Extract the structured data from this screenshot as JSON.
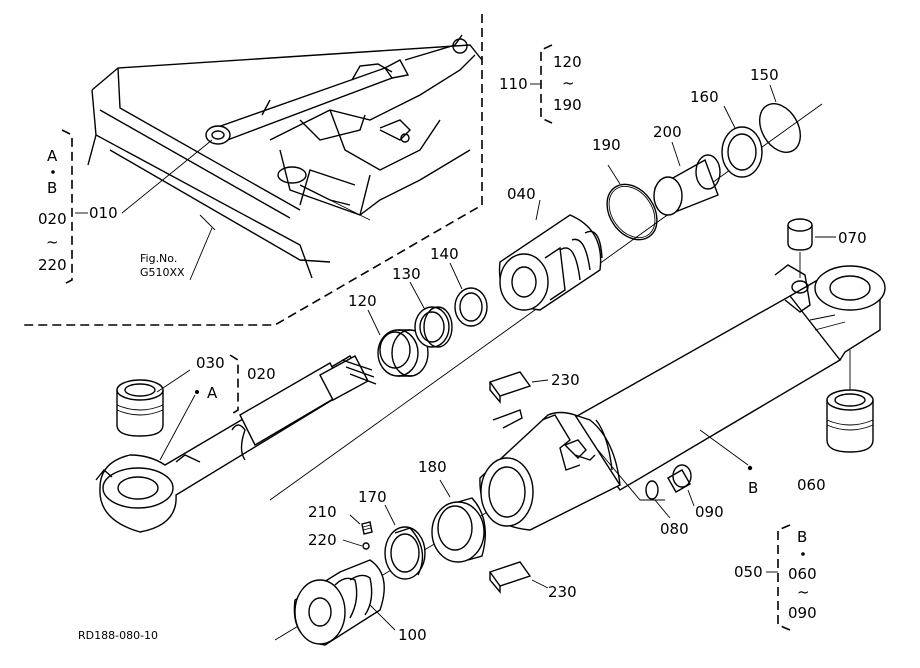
{
  "callouts": {
    "p010": "010",
    "p020_top": "020",
    "p020_bottom": "220",
    "a_dot_b": "A",
    "b_letter": "B",
    "fig_no": "Fig.No.",
    "fig_code": "G510XX",
    "p110": "110",
    "p120_group": "120",
    "p190_group": "190",
    "tilde": "~",
    "p150": "150",
    "p160": "160",
    "p200": "200",
    "p190": "190",
    "p040": "040",
    "p140": "140",
    "p130": "130",
    "p120": "120",
    "p070": "070",
    "p030": "030",
    "a_label": "A",
    "p020": "020",
    "p230_top": "230",
    "p180": "180",
    "p170": "170",
    "p210": "210",
    "p220": "220",
    "p100": "100",
    "p230_bottom": "230",
    "p080": "080",
    "p090": "090",
    "b_label": "B",
    "p060": "060",
    "p050": "050",
    "g050_b": "B",
    "g050_from": "060",
    "g050_to": "090",
    "ref_code": "RD188-080-10"
  }
}
